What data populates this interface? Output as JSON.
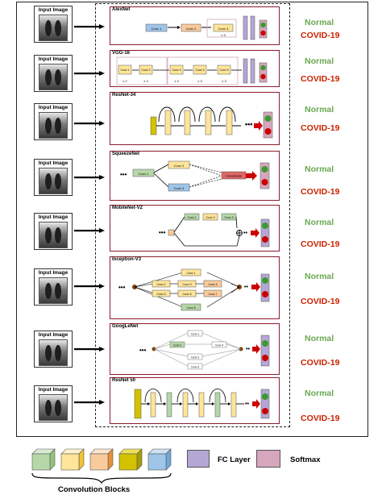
{
  "input_label": "Input Image",
  "outputs": {
    "normal": "Normal",
    "covid": "COVID-19"
  },
  "networks": [
    {
      "name": "AlexNet"
    },
    {
      "name": "VGG-16"
    },
    {
      "name": "ResNet-34"
    },
    {
      "name": "SqueezeNet"
    },
    {
      "name": "MobileNet-V2"
    },
    {
      "name": "Inception-V3"
    },
    {
      "name": "GoogLeNet"
    },
    {
      "name": "ResNet 50"
    }
  ],
  "legend": {
    "fc_layer": "FC Layer",
    "softmax": "Softmax",
    "convolution_blocks": "Convolution Blocks"
  },
  "colors": {
    "conv_green": "#b6d7a8",
    "conv_yellow": "#ffe599",
    "conv_orange": "#f9cb9c",
    "conv_olive": "#d4c200",
    "conv_blue": "#9fc5e8",
    "fc": "#b4a7d6",
    "softmax": "#d5a6bd",
    "box_border": "#8b1c2e",
    "normal_text": "#6aa84f",
    "covid_text": "#cc2200"
  }
}
